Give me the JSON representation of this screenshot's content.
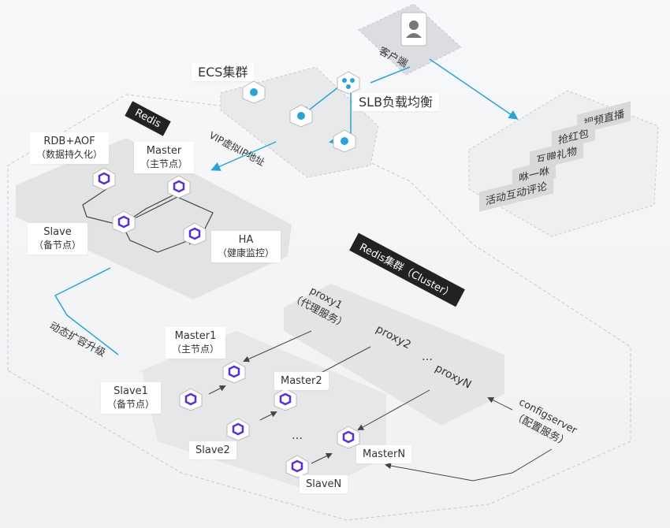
{
  "client": {
    "label": "客户端",
    "icon": "user-icon"
  },
  "slb": {
    "label": "SLB负载均衡",
    "icon": "network-icon"
  },
  "ecs": {
    "label": "ECS集群"
  },
  "vip": {
    "label": "VIP虚拟IP地址"
  },
  "features": [
    "视频直播",
    "抢红包",
    "互赠礼物",
    "咻一咻",
    "活动互动评论"
  ],
  "redis_ha": {
    "tag": "Redis",
    "rdb": {
      "title": "RDB+AOF",
      "sub": "（数据持久化）"
    },
    "master": {
      "title": "Master",
      "sub": "（主节点）"
    },
    "slave": {
      "title": "Slave",
      "sub": "（备节点）"
    },
    "ha": {
      "title": "HA",
      "sub": "（健康监控）"
    }
  },
  "scale_label": "动态扩容升级",
  "cluster": {
    "tag": "Redis集群（Cluster）",
    "proxy1": "proxy1",
    "proxy1_sub": "（代理服务）",
    "proxy2": "proxy2",
    "ellipsis": "…",
    "proxyN": "proxyN",
    "configserver": "configserver",
    "configserver_sub": "（配置服务）",
    "master1": {
      "title": "Master1",
      "sub": "（主节点）"
    },
    "slave1": {
      "title": "Slave1",
      "sub": "（备节点）"
    },
    "master2": "Master2",
    "slave2": "Slave2",
    "masterN": "MasterN",
    "slaveN": "SlaveN",
    "node_ellipsis": "…"
  },
  "colors": {
    "accent": "#2aa3d6",
    "node_ring": "#5a2fd6",
    "panel": "#e4e5e7",
    "tag": "#222222"
  }
}
